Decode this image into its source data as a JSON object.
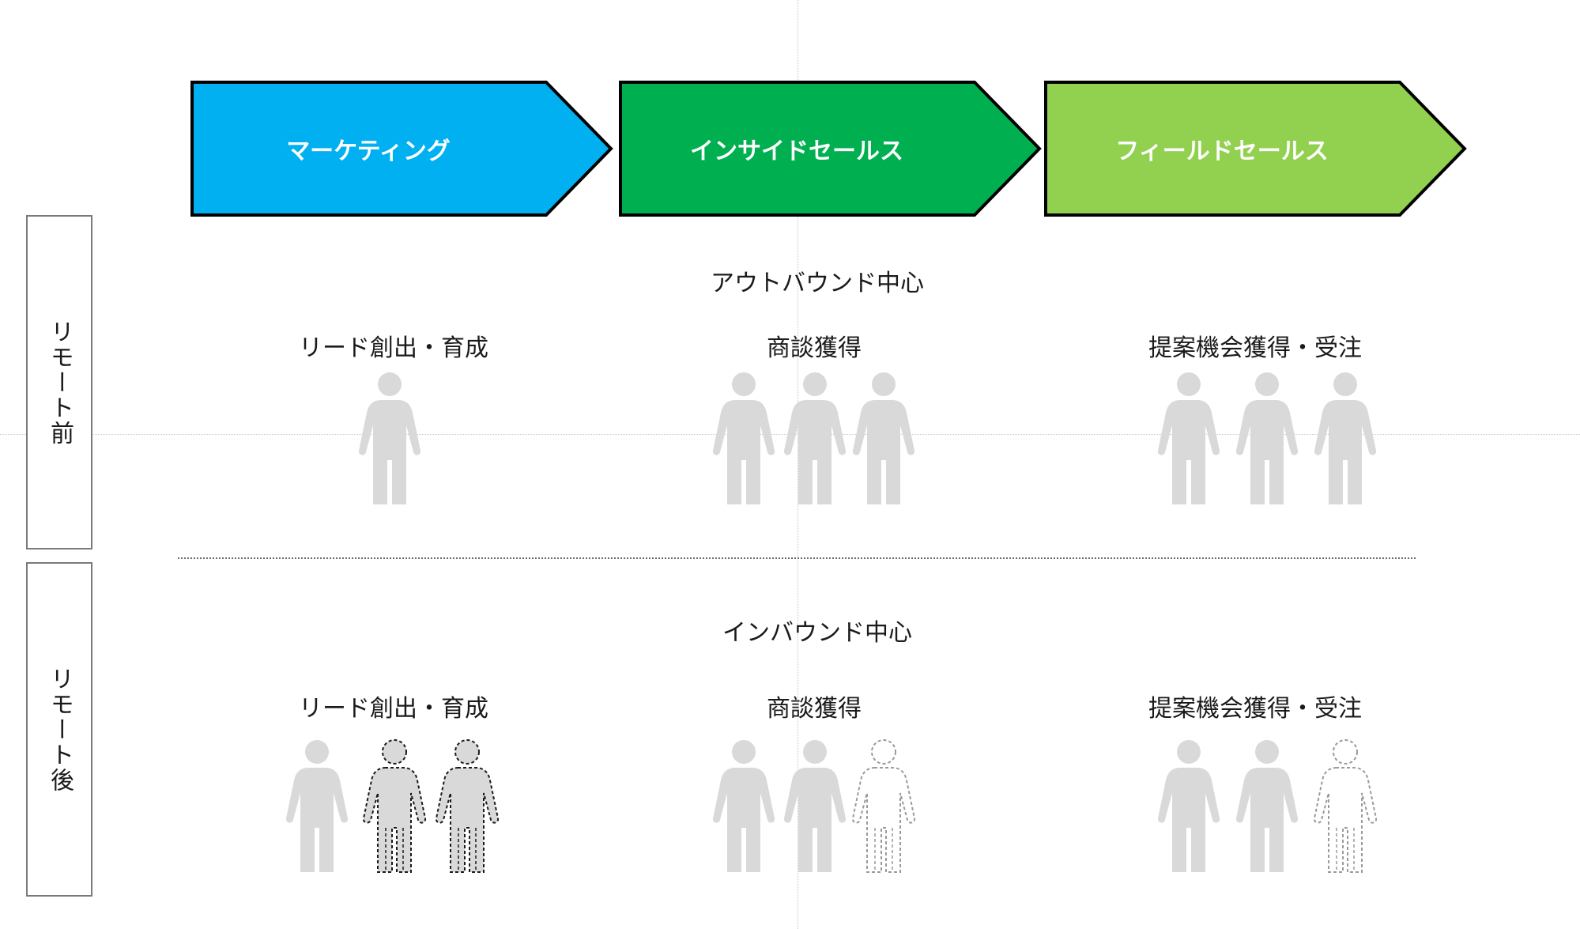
{
  "stages": [
    {
      "label": "マーケティング",
      "color": "#00b0f0"
    },
    {
      "label": "インサイドセールス",
      "color": "#00b050"
    },
    {
      "label": "フィールドセールス",
      "color": "#92d050"
    }
  ],
  "rows": [
    {
      "side_label": "リモート前",
      "title": "アウトバウンド中心",
      "columns": [
        {
          "label": "リード創出・育成"
        },
        {
          "label": "商談獲得"
        },
        {
          "label": "提案機会獲得・受注"
        }
      ]
    },
    {
      "side_label": "リモート後",
      "title": "インバウンド中心",
      "columns": [
        {
          "label": "リード創出・育成"
        },
        {
          "label": "商談獲得"
        },
        {
          "label": "提案機会獲得・受注"
        }
      ]
    }
  ],
  "figures": {
    "row1": [
      [
        "solid"
      ],
      [
        "solid",
        "solid",
        "solid"
      ],
      [
        "solid",
        "solid",
        "solid"
      ]
    ],
    "row2": [
      [
        "solid",
        "added",
        "added"
      ],
      [
        "solid",
        "solid",
        "removed"
      ],
      [
        "solid",
        "solid",
        "removed"
      ]
    ]
  },
  "colors": {
    "person_solid": "#d9d9d9",
    "person_added_fill": "#d9d9d9",
    "person_added_stroke": "#1a1a1a",
    "person_removed_stroke": "#9a9a9a",
    "arrow_border": "#000000"
  }
}
